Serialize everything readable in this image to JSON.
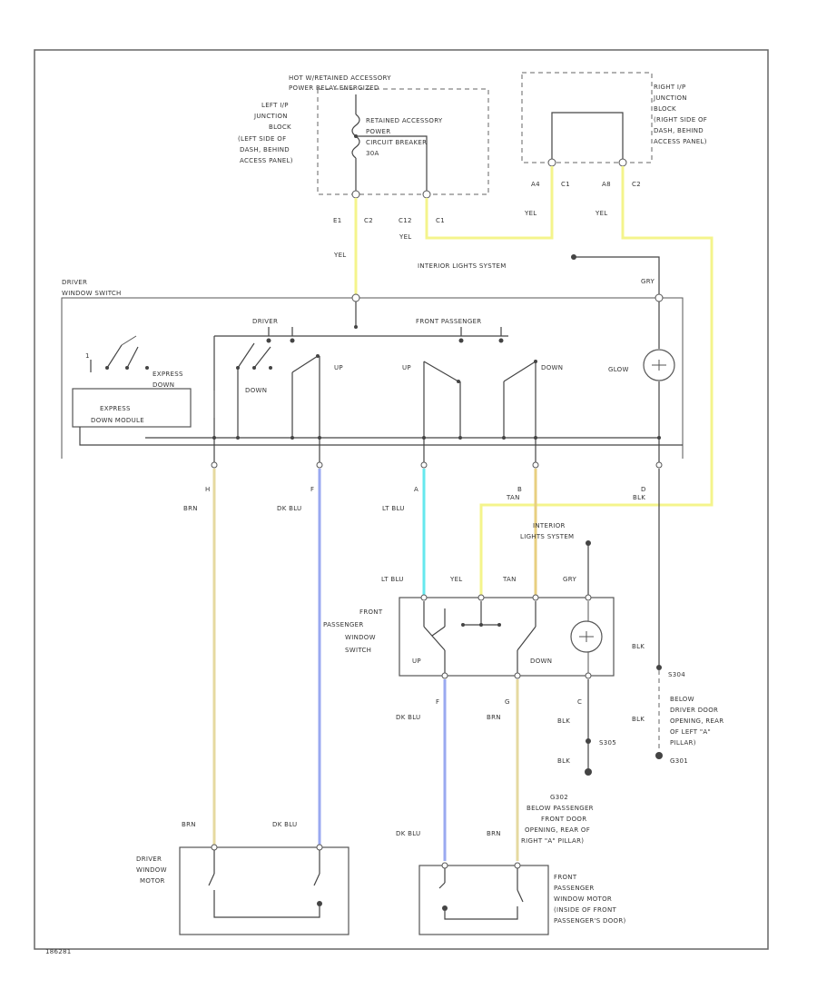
{
  "top_left_box": {
    "title_1": "HOT W/RETAINED ACCESSORY",
    "title_2": "POWER RELAY ENERGIZED",
    "location": [
      "LEFT I/P",
      "JUNCTION",
      "BLOCK",
      "(LEFT SIDE OF",
      "DASH, BEHIND",
      "ACCESS PANEL)"
    ],
    "breaker": [
      "RETAINED ACCESSORY",
      "POWER",
      "CIRCUIT BREAKER",
      "30A"
    ]
  },
  "top_right_box": {
    "location": [
      "RIGHT I/P",
      "JUNCTION",
      "BLOCK",
      "(RIGHT SIDE OF",
      "DASH, BEHIND",
      "ACCESS PANEL)"
    ]
  },
  "connectors": {
    "e1": "E1",
    "c2a": "C2",
    "c12": "C12",
    "c1a": "C1",
    "a4": "A4",
    "c1b": "C1",
    "a8": "A8",
    "c2b": "C2"
  },
  "wires": {
    "yel_1": "YEL",
    "yel_2": "YEL",
    "yel_3": "YEL",
    "yel_4": "YEL",
    "yel_5": "YEL",
    "gry_1": "GRY",
    "gry_2": "GRY",
    "brn_1": "BRN",
    "brn_2": "BRN",
    "brn_3": "BRN",
    "brn_4": "BRN",
    "dkblu_1": "DK BLU",
    "dkblu_2": "DK BLU",
    "dkblu_3": "DK BLU",
    "dkblu_4": "DK BLU",
    "ltblu_1": "LT BLU",
    "ltblu_2": "LT BLU",
    "tan_1": "TAN",
    "tan_2": "TAN",
    "blk_1": "BLK",
    "blk_2": "BLK",
    "blk_3": "BLK",
    "blk_4": "BLK",
    "blk_5": "BLK"
  },
  "interior_lights_1": "INTERIOR LIGHTS SYSTEM",
  "interior_lights_2": [
    "INTERIOR",
    "LIGHTS SYSTEM"
  ],
  "driver_switch": {
    "title": [
      "DRIVER",
      "WINDOW SWITCH"
    ],
    "driver": "DRIVER",
    "front_passenger": "FRONT PASSENGER",
    "up_1": "UP",
    "down_1": "DOWN",
    "up_2": "UP",
    "down_2": "DOWN",
    "express_down": [
      "EXPRESS",
      "DOWN"
    ],
    "express_module": [
      "EXPRESS",
      "DOWN MODULE"
    ],
    "glow": "GLOW",
    "pins": {
      "h": "H",
      "f": "F",
      "a": "A",
      "b": "B",
      "d": "D"
    }
  },
  "passenger_switch": {
    "title": [
      "FRONT",
      "PASSENGER",
      "WINDOW",
      "SWITCH"
    ],
    "up": "UP",
    "down": "DOWN",
    "pins": {
      "f": "F",
      "g": "G",
      "c": "C"
    }
  },
  "grounds": {
    "s304": "S304",
    "s305": "S305",
    "g301": [
      "BELOW",
      "DRIVER DOOR",
      "OPENING, REAR",
      "OF LEFT \"A\"",
      "PILLAR)",
      "G301"
    ],
    "g302": [
      "G302",
      "BELOW PASSENGER",
      "FRONT DOOR",
      "OPENING, REAR OF",
      "RIGHT \"A\" PILLAR)"
    ]
  },
  "motors": {
    "driver": [
      "DRIVER",
      "WINDOW",
      "MOTOR"
    ],
    "passenger": [
      "FRONT",
      "PASSENGER",
      "WINDOW MOTOR",
      "(INSIDE OF FRONT",
      "PASSENGER'S DOOR)"
    ]
  },
  "figure_id": "186281"
}
